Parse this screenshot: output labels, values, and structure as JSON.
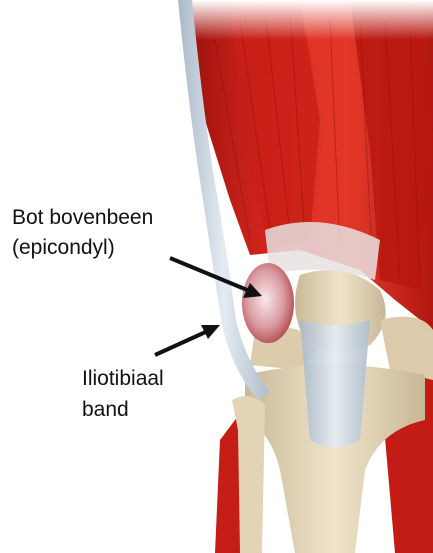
{
  "labels": {
    "bone": {
      "line1": "Bot bovenbeen",
      "line2": "(epicondyl)"
    },
    "iliotibial": {
      "line1": "Iliotibiaal",
      "line2": "band"
    }
  },
  "colors": {
    "muscle": "#d2241c",
    "muscle_dark": "#a8140f",
    "bone": "#e9dcc0",
    "tendon": "#d3dce6",
    "arrow": "#111111"
  }
}
